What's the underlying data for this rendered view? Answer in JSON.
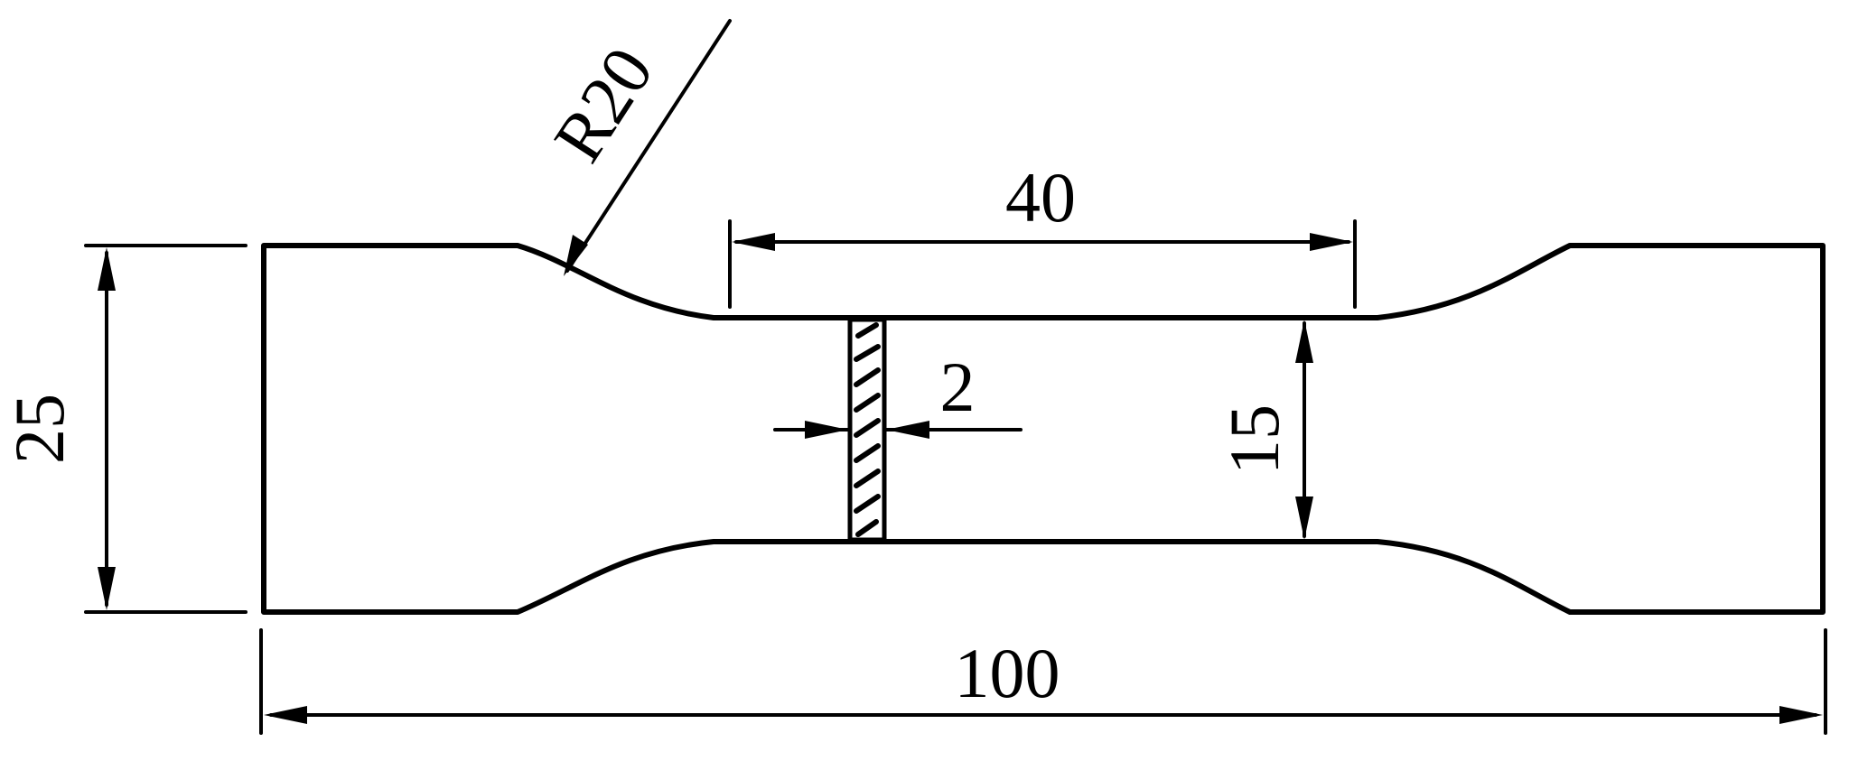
{
  "dimensions": {
    "total_length": "100",
    "grip_width": "25",
    "gauge_length": "40",
    "gauge_width": "15",
    "weld_width": "2",
    "fillet_radius": "R20"
  },
  "colors": {
    "line": "#000000",
    "background": "#ffffff"
  }
}
